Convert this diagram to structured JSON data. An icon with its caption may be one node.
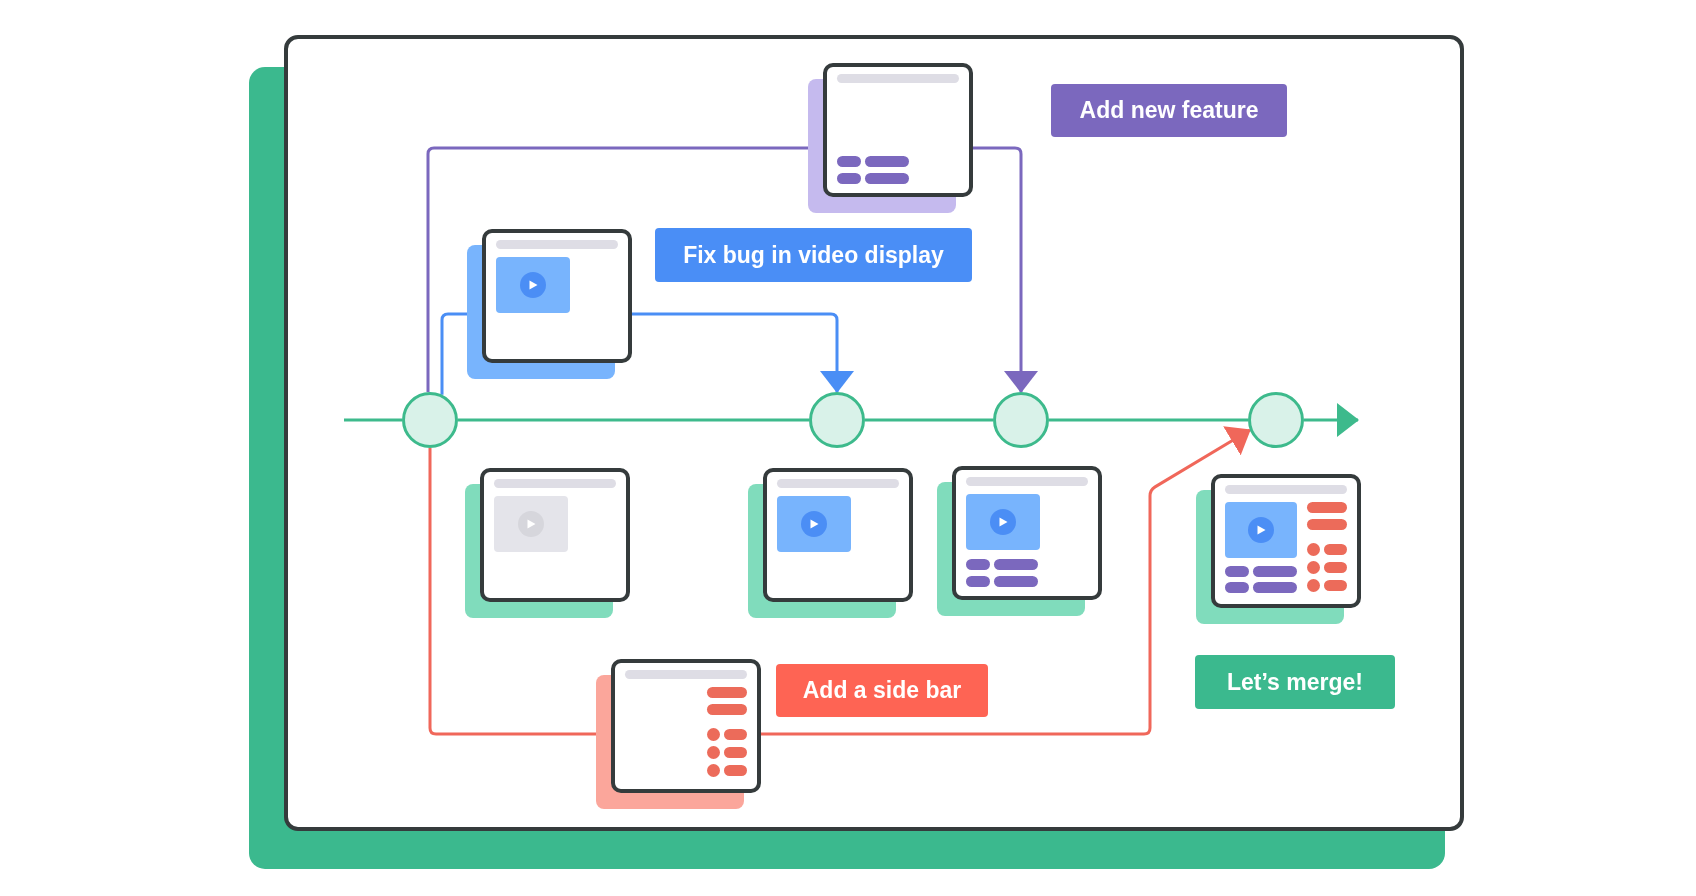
{
  "diagram": {
    "nodes": [
      {
        "text": [],
        "shape": "picture"
      },
      {
        "text": [
          "Add new feature"
        ]
      },
      {
        "text": [],
        "shape": "picture"
      },
      {
        "text": [
          "Fix bug in video display"
        ]
      },
      {
        "text": [],
        "shape": "circle"
      },
      {
        "text": [],
        "shape": "circle"
      },
      {
        "text": [],
        "shape": "circle"
      },
      {
        "text": [],
        "shape": "circle"
      },
      {
        "text": [],
        "shape": "picture"
      },
      {
        "text": [],
        "shape": "picture"
      },
      {
        "text": [],
        "shape": "picture"
      },
      {
        "text": [],
        "shape": "picture"
      },
      {
        "text": [],
        "shape": "picture"
      },
      {
        "text": [
          "Add a side bar"
        ]
      },
      {
        "text": [
          "Let’s merge!"
        ]
      }
    ],
    "edges": [
      {
        "from": null,
        "to": 4,
        "arrow": "none"
      },
      {
        "from": 4,
        "to": 5,
        "arrow": "none"
      },
      {
        "from": 5,
        "to": 6,
        "arrow": "none"
      },
      {
        "from": 6,
        "to": 7,
        "arrow": "none"
      },
      {
        "from": 7,
        "to": null,
        "arrow": "to"
      },
      {
        "from": 4,
        "to": 0,
        "arrow": "none",
        "color": "#7b68be"
      },
      {
        "from": 0,
        "to": 6,
        "arrow": "to",
        "color": "#7b68be"
      },
      {
        "from": 4,
        "to": 2,
        "arrow": "none",
        "color": "#4a8ef5"
      },
      {
        "from": 2,
        "to": 5,
        "arrow": "to",
        "color": "#4a8ef5"
      },
      {
        "from": 4,
        "to": 12,
        "arrow": "none",
        "color": "#f0675a"
      },
      {
        "from": 12,
        "to": 7,
        "arrow": "to",
        "color": "#f0675a"
      }
    ]
  }
}
